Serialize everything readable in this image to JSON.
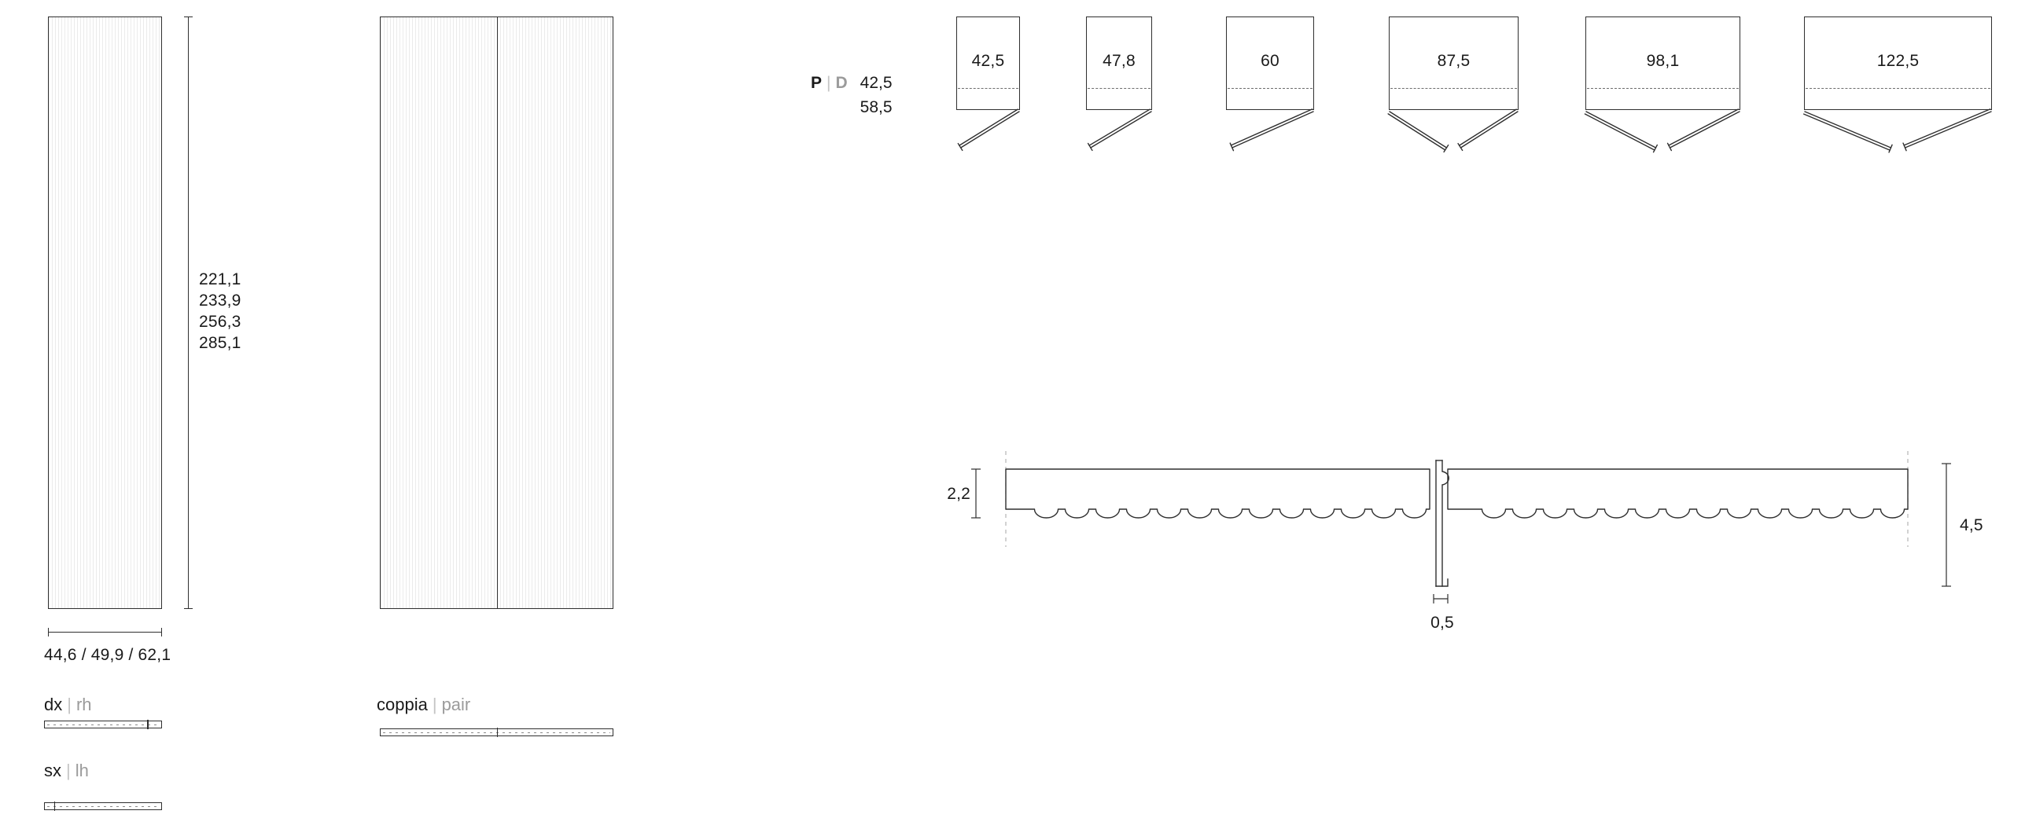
{
  "front_views": {
    "single_door_heights": [
      "221,1",
      "233,9",
      "256,3",
      "285,1"
    ],
    "single_door_widths": "44,6 / 49,9 / 62,1"
  },
  "legend": {
    "right_hand": {
      "code": "dx",
      "separator": "|",
      "abbr": "rh"
    },
    "pair": {
      "code": "coppia",
      "separator": "|",
      "abbr": "pair"
    },
    "left_hand": {
      "code": "sx",
      "separator": "|",
      "abbr": "lh"
    }
  },
  "depth_spec": {
    "code": "P",
    "separator": "|",
    "abbr": "D",
    "values": [
      "42,5",
      "58,5"
    ]
  },
  "top_views": {
    "items": [
      {
        "width_label": "42,5",
        "type": "single"
      },
      {
        "width_label": "47,8",
        "type": "single"
      },
      {
        "width_label": "60",
        "type": "single"
      },
      {
        "width_label": "87,5",
        "type": "double"
      },
      {
        "width_label": "98,1",
        "type": "double"
      },
      {
        "width_label": "122,5",
        "type": "double"
      }
    ]
  },
  "cross_section": {
    "panel_thickness": "2,2",
    "total_thickness": "4,5",
    "joint_gap": "0,5"
  },
  "colors": {
    "line": "#2f2f2f",
    "muted_text": "#9b9b9b",
    "background": "#ffffff"
  }
}
